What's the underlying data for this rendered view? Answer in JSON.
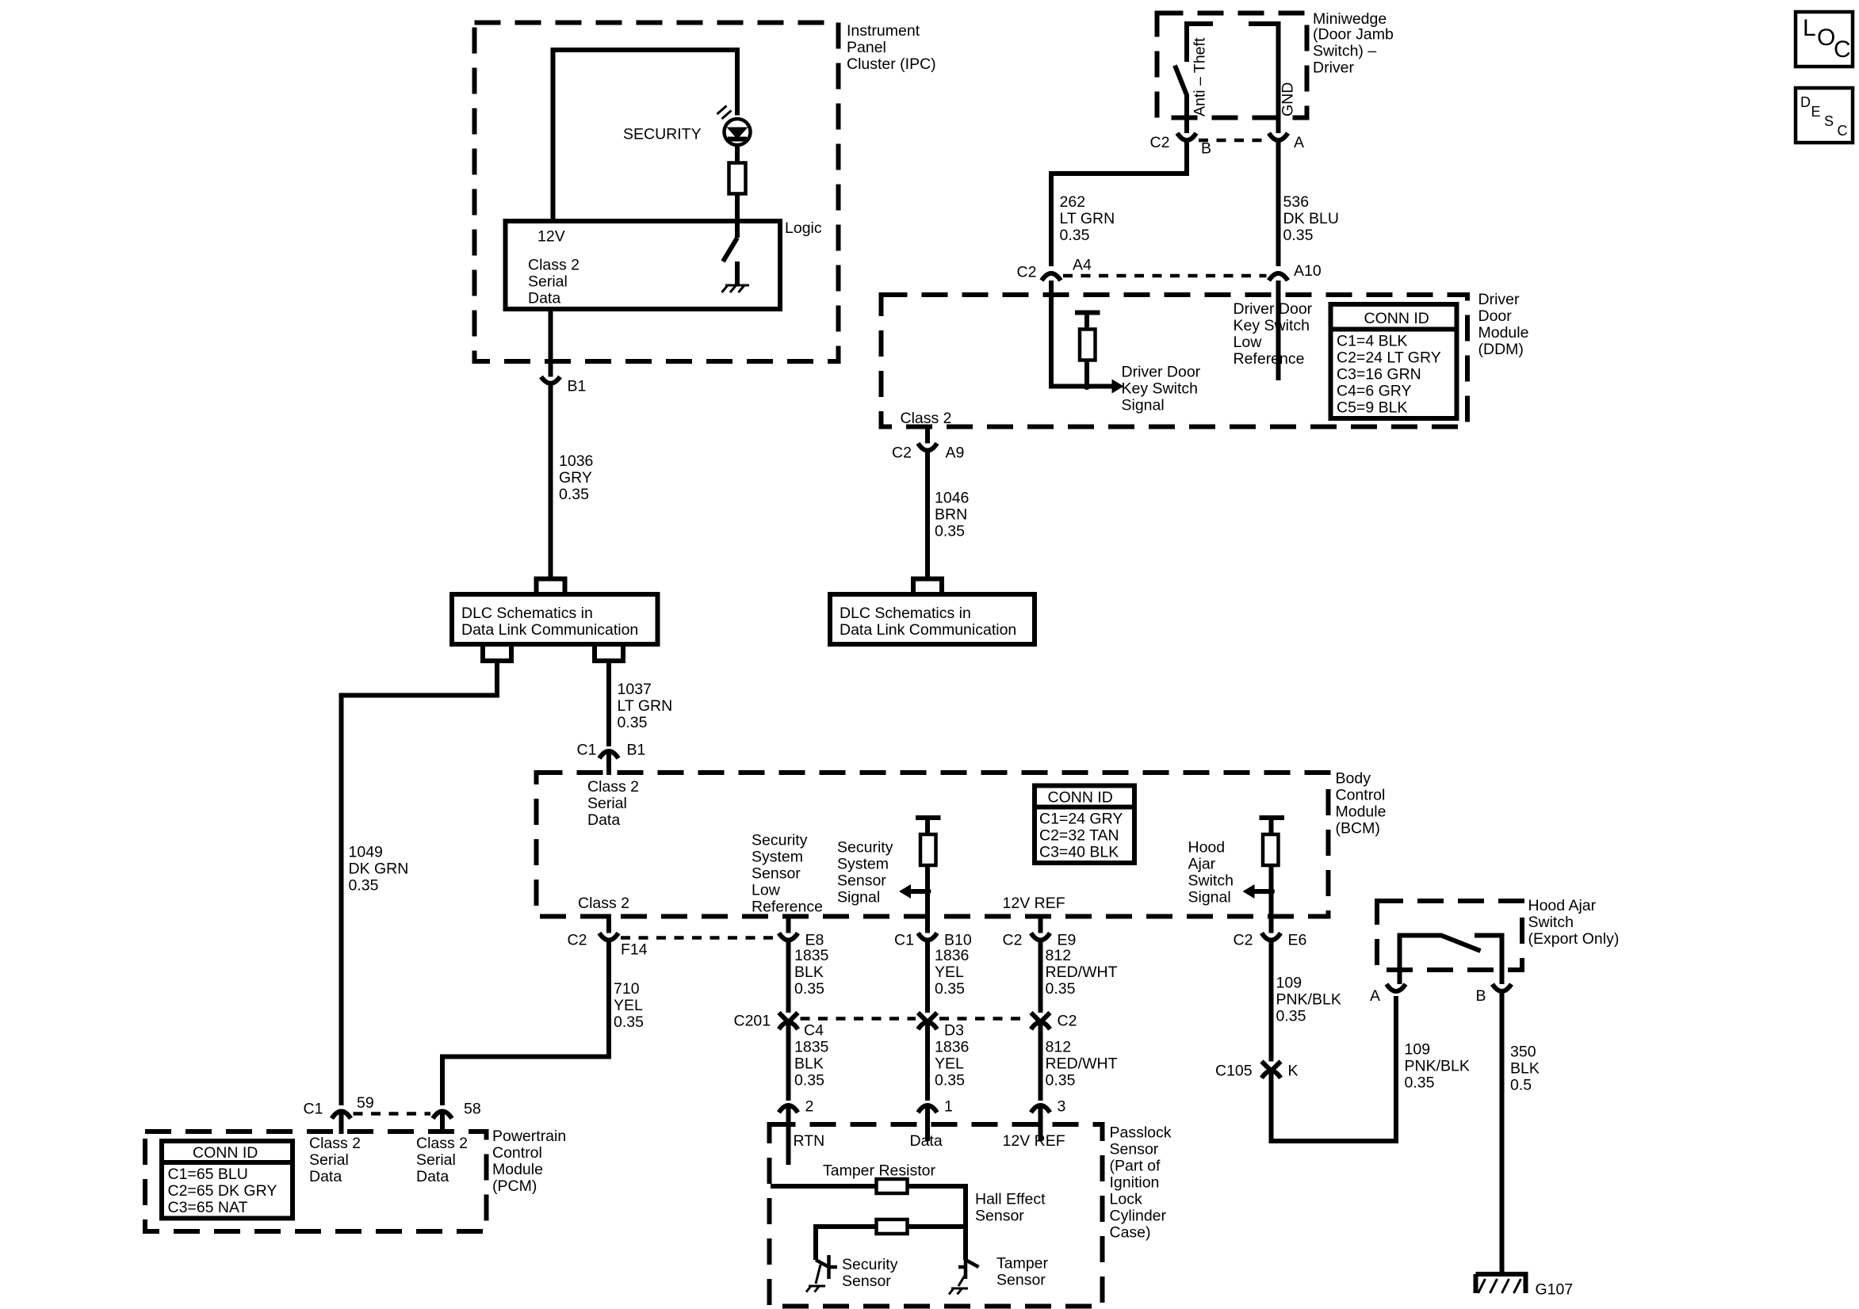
{
  "loc_icon": {
    "l": "L",
    "o": "O",
    "c": "C"
  },
  "desc_icon": {
    "d": "D",
    "e": "E",
    "s": "S",
    "c": "C"
  },
  "ipc": {
    "title": [
      "Instrument",
      "Panel",
      "Cluster (IPC)"
    ],
    "security_label": "SECURITY",
    "v12": "12V",
    "logic": "Logic",
    "serial": [
      "Class 2",
      "Serial",
      "Data"
    ]
  },
  "miniwedge": {
    "title": [
      "Miniwedge",
      "(Door Jamb",
      "Switch) –",
      "Driver"
    ],
    "anti_theft": "Anti – Theft",
    "gnd": "GND"
  },
  "ddm": {
    "title": [
      "Driver",
      "Door",
      "Module",
      "(DDM)"
    ],
    "key_low_ref": [
      "Driver Door",
      "Key Switch",
      "Low",
      "Reference"
    ],
    "key_signal": [
      "Driver Door",
      "Key Switch",
      "Signal"
    ],
    "class2": "Class 2",
    "conn_title": "CONN ID",
    "conn_rows": [
      "C1=4 BLK",
      "C2=24 LT GRY",
      "C3=16 GRN",
      "C4=6 GRY",
      "C5=9 BLK"
    ]
  },
  "dlc_left": [
    "DLC Schematics in",
    "Data Link Communication"
  ],
  "dlc_right": [
    "DLC Schematics in",
    "Data Link Communication"
  ],
  "bcm": {
    "title": [
      "Body",
      "Control",
      "Module",
      "(BCM)"
    ],
    "serial": [
      "Class 2",
      "Serial",
      "Data"
    ],
    "sensor_low_ref": [
      "Security",
      "System",
      "Sensor",
      "Low",
      "Reference"
    ],
    "sensor_signal": [
      "Security",
      "System",
      "Sensor",
      "Signal"
    ],
    "hood_signal": [
      "Hood",
      "Ajar",
      "Switch",
      "Signal"
    ],
    "class2": "Class 2",
    "v12ref": "12V REF",
    "conn_title": "CONN ID",
    "conn_rows": [
      "C1=24 GRY",
      "C2=32 TAN",
      "C3=40 BLK"
    ]
  },
  "pcm": {
    "title": [
      "Powertrain",
      "Control",
      "Module",
      "(PCM)"
    ],
    "serial1": [
      "Class 2",
      "Serial",
      "Data"
    ],
    "serial2": [
      "Class 2",
      "Serial",
      "Data"
    ],
    "conn_title": "CONN ID",
    "conn_rows": [
      "C1=65 BLU",
      "C2=65 DK GRY",
      "C3=65 NAT"
    ]
  },
  "passlock": {
    "title": [
      "Passlock",
      "Sensor",
      "(Part of",
      "Ignition",
      "Lock",
      "Cylinder",
      "Case)"
    ],
    "rtn": "RTN",
    "data": "Data",
    "v12ref": "12V REF",
    "tamper_resistor": "Tamper Resistor",
    "hall": [
      "Hall Effect",
      "Sensor"
    ],
    "security_sensor": [
      "Security",
      "Sensor"
    ],
    "tamper_sensor": [
      "Tamper",
      "Sensor"
    ]
  },
  "hood_switch": {
    "title": [
      "Hood Ajar",
      "Switch",
      "(Export Only)"
    ]
  },
  "ground": "G107",
  "connectors": {
    "b1": "B1",
    "c2_mw": "C2",
    "b_mw": "B",
    "a_mw": "A",
    "c2_a4": "C2",
    "a4": "A4",
    "a10": "A10",
    "c2_a9": "C2",
    "a9": "A9",
    "c1_b1": "C1",
    "b1_bcm": "B1",
    "c2_f14": "C2",
    "f14": "F14",
    "e8": "E8",
    "c1_b10": "C1",
    "b10": "B10",
    "c2_e9": "C2",
    "e9": "E9",
    "c2_e6": "C2",
    "e6": "E6",
    "c201": "C201",
    "c4": "C4",
    "d3": "D3",
    "c2_c201": "C2",
    "c105": "C105",
    "k": "K",
    "c1_pcm": "C1",
    "p59": "59",
    "p58": "58",
    "ps2": "2",
    "ps1": "1",
    "ps3": "3",
    "hs_a": "A",
    "hs_b": "B"
  },
  "wires": {
    "w262": [
      "262",
      "LT GRN",
      "0.35"
    ],
    "w536": [
      "536",
      "DK BLU",
      "0.35"
    ],
    "w1036": [
      "1036",
      "GRY",
      "0.35"
    ],
    "w1046": [
      "1046",
      "BRN",
      "0.35"
    ],
    "w1037": [
      "1037",
      "LT GRN",
      "0.35"
    ],
    "w1049": [
      "1049",
      "DK GRN",
      "0.35"
    ],
    "w710": [
      "710",
      "YEL",
      "0.35"
    ],
    "w1835a": [
      "1835",
      "BLK",
      "0.35"
    ],
    "w1836a": [
      "1836",
      "YEL",
      "0.35"
    ],
    "w812a": [
      "812",
      "RED/WHT",
      "0.35"
    ],
    "w109a": [
      "109",
      "PNK/BLK",
      "0.35"
    ],
    "w1835b": [
      "1835",
      "BLK",
      "0.35"
    ],
    "w1836b": [
      "1836",
      "YEL",
      "0.35"
    ],
    "w812b": [
      "812",
      "RED/WHT",
      "0.35"
    ],
    "w109b": [
      "109",
      "PNK/BLK",
      "0.35"
    ],
    "w350": [
      "350",
      "BLK",
      "0.5"
    ]
  }
}
